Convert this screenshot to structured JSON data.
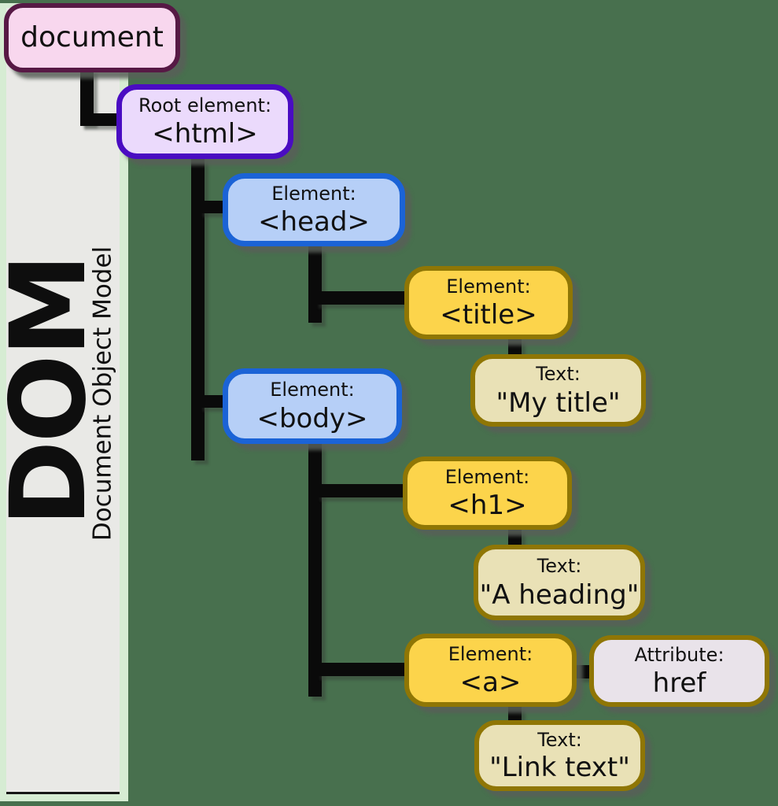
{
  "sidebar": {
    "acronym": "DOM",
    "full_name": "Document Object Model"
  },
  "nodes": [
    {
      "id": "document",
      "type": "document",
      "label": "",
      "value": "document"
    },
    {
      "id": "html",
      "type": "root-element",
      "label": "Root element:",
      "value": "<html>"
    },
    {
      "id": "head",
      "type": "element",
      "label": "Element:",
      "value": "<head>"
    },
    {
      "id": "title",
      "type": "element",
      "label": "Element:",
      "value": "<title>"
    },
    {
      "id": "mytitle",
      "type": "text",
      "label": "Text:",
      "value": "\"My title\""
    },
    {
      "id": "body",
      "type": "element",
      "label": "Element:",
      "value": "<body>"
    },
    {
      "id": "h1",
      "type": "element",
      "label": "Element:",
      "value": "<h1>"
    },
    {
      "id": "aheading",
      "type": "text",
      "label": "Text:",
      "value": "\"A heading\""
    },
    {
      "id": "a",
      "type": "element",
      "label": "Element:",
      "value": "<a>"
    },
    {
      "id": "href",
      "type": "attribute",
      "label": "Attribute:",
      "value": "href"
    },
    {
      "id": "linktext",
      "type": "text",
      "label": "Text:",
      "value": "\"Link text\""
    }
  ],
  "edges": [
    {
      "from": "document",
      "to": "html"
    },
    {
      "from": "html",
      "to": "head"
    },
    {
      "from": "html",
      "to": "body"
    },
    {
      "from": "head",
      "to": "title"
    },
    {
      "from": "title",
      "to": "mytitle"
    },
    {
      "from": "body",
      "to": "h1"
    },
    {
      "from": "body",
      "to": "a"
    },
    {
      "from": "h1",
      "to": "aheading"
    },
    {
      "from": "a",
      "to": "href"
    },
    {
      "from": "a",
      "to": "linktext"
    }
  ],
  "palette": {
    "background": "#48704E",
    "bar": "#E9E9E6",
    "bar_edge": "#D6ECD3",
    "document_fill": "#F8D7EE",
    "document_border": "#571945",
    "root_fill": "#EBDAFC",
    "root_border": "#4A0CC2",
    "element_container_fill": "#B6CFF7",
    "element_container_border": "#1B63D6",
    "element_fill": "#FCD44B",
    "element_border": "#8F7605",
    "text_fill": "#E9E1B6",
    "text_border": "#8F7605",
    "attribute_fill": "#E9E3EA",
    "attribute_border": "#8F7605",
    "connector": "#0A0A0A"
  }
}
